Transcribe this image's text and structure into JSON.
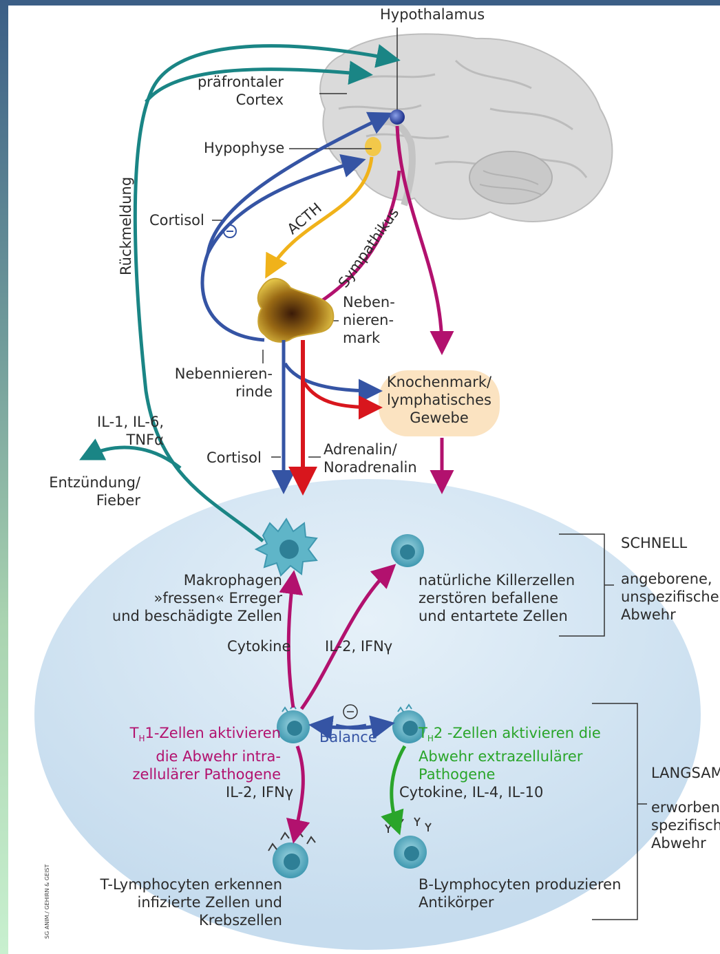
{
  "labels": {
    "hypothalamus": "Hypothalamus",
    "prefrontal_cortex": "präfrontaler\nCortex",
    "hypophyse": "Hypophyse",
    "rueckmeldung": "Rückmeldung",
    "cortisol_top": "Cortisol",
    "acth": "ACTH",
    "sympathikus": "Sympathikus",
    "nebennierenmark": "Neben-\nnieren-\nmark",
    "nebennierenrinde": "Nebennieren-\nrinde",
    "knochenmark": "Knochenmark/\nlymphatisches\nGewebe",
    "il_tnf": "IL-1, IL-6,\nTNFα",
    "entzuendung": "Entzündung/\nFieber",
    "cortisol_mid": "Cortisol",
    "adrenalin": "Adrenalin/\nNoradrenalin",
    "makrophagen": "Makrophagen\n»fressen« Erreger\nund beschädigte Zellen",
    "killerzellen": "natürliche Killerzellen\nzerstören befallene\nund entartete Zellen",
    "schnell": "SCHNELL",
    "angeboren": "angeborene,\nunspezifische\nAbwehr",
    "cytokine": "Cytokine",
    "il2_ifn_top": "IL-2, IFNγ",
    "balance": "Balance",
    "th1_prefix": "T",
    "th1_sub": "H",
    "th1_text": "1-Zellen aktivieren\ndie Abwehr intra-\nzellulärer Pathogene",
    "th2_prefix": "T",
    "th2_sub": "H",
    "th2_text": "2 -Zellen aktivieren die\nAbwehr extrazellulärer\nPathogene",
    "langsam": "LANGSAM",
    "erworben": "erworbene,\nspezifische\nAbwehr",
    "il2_ifn_bottom": "IL-2, IFNγ",
    "cytokine_il": "Cytokine, IL-4, IL-10",
    "t_lymphocyten": "T-Lymphocyten erkennen\ninfizierte Zellen und\nKrebszellen",
    "b_lymphocyten": "B-Lymphocyten produzieren\nAntikörper",
    "minus_symbol": "⊖",
    "credit": "SG ANIM./ GEHIRN & GEIST"
  },
  "colors": {
    "teal": "#1a8585",
    "blue": "#3554a4",
    "purple": "#b2116e",
    "red": "#d8161d",
    "yellow": "#f0b21a",
    "green": "#2aa52a",
    "cell": "#5fb5c8",
    "immune_area": "#d4e6f3",
    "knochenmark_box": "#fbe3c1"
  }
}
